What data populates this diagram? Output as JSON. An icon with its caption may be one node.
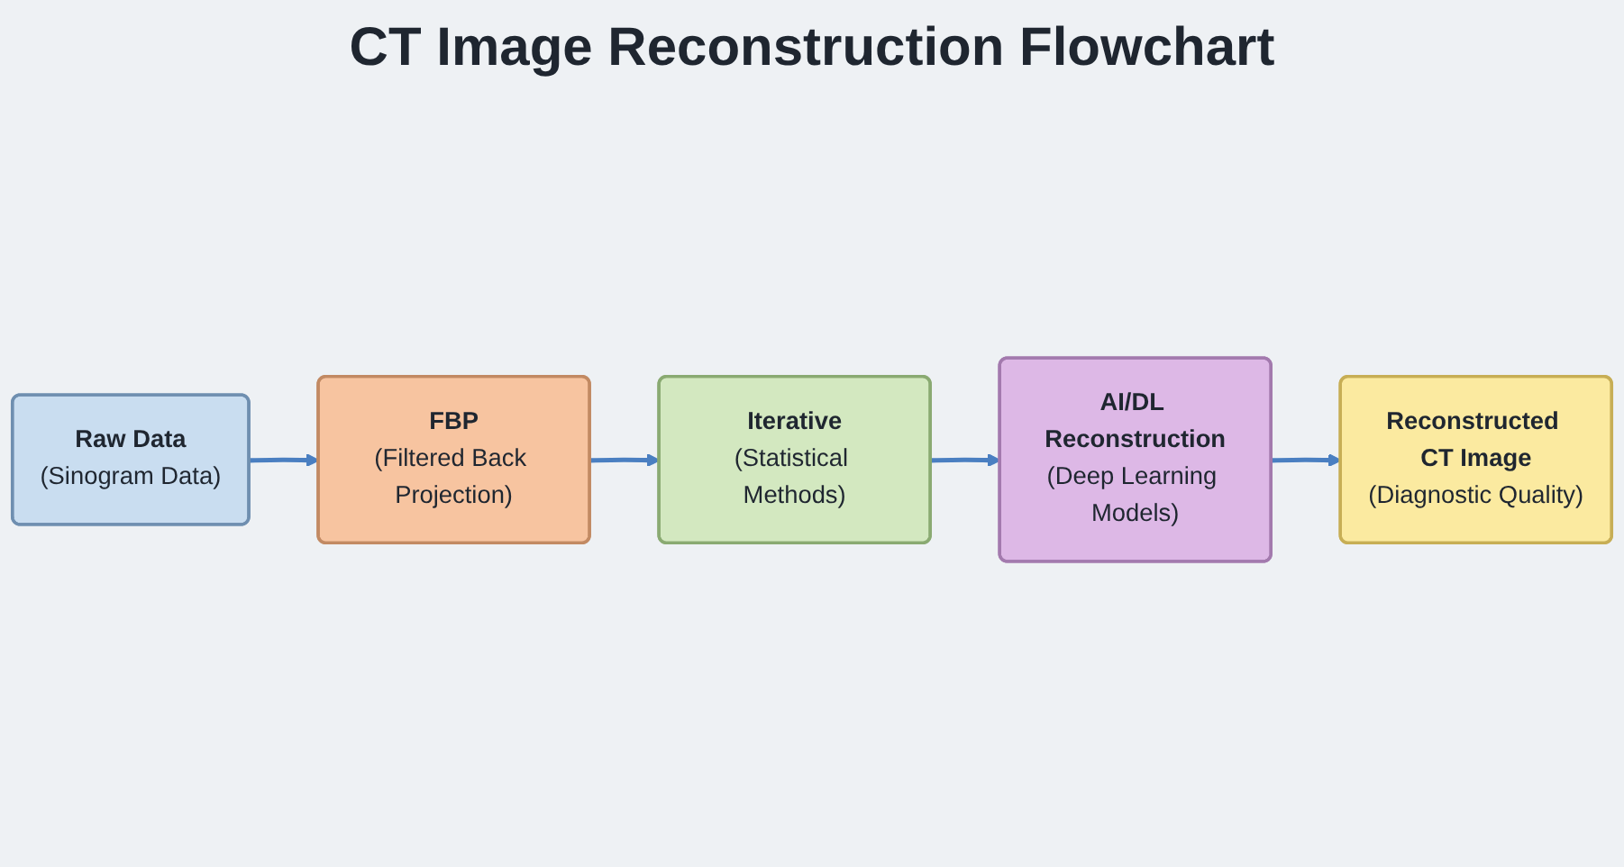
{
  "diagram": {
    "title": "CT Image Reconstruction Flowchart",
    "nodes": [
      {
        "text": [
          "Raw Data",
          "(Sinogram Data)"
        ]
      },
      {
        "text": [
          "FBP",
          "(Filtered Back Projection)"
        ]
      },
      {
        "text": [
          "Iterative",
          "(Statistical Methods)"
        ]
      },
      {
        "text": [
          "AI/DL Reconstruction",
          "(Deep Learning Models)"
        ]
      },
      {
        "text": [
          "Reconstructed CT Image",
          "(Diagnostic Quality)"
        ]
      }
    ],
    "edges": [
      {
        "from": 0,
        "to": 1,
        "arrow": "to"
      },
      {
        "from": 1,
        "to": 2,
        "arrow": "to"
      },
      {
        "from": 2,
        "to": 3,
        "arrow": "to"
      },
      {
        "from": 3,
        "to": 4,
        "arrow": "to"
      }
    ]
  }
}
